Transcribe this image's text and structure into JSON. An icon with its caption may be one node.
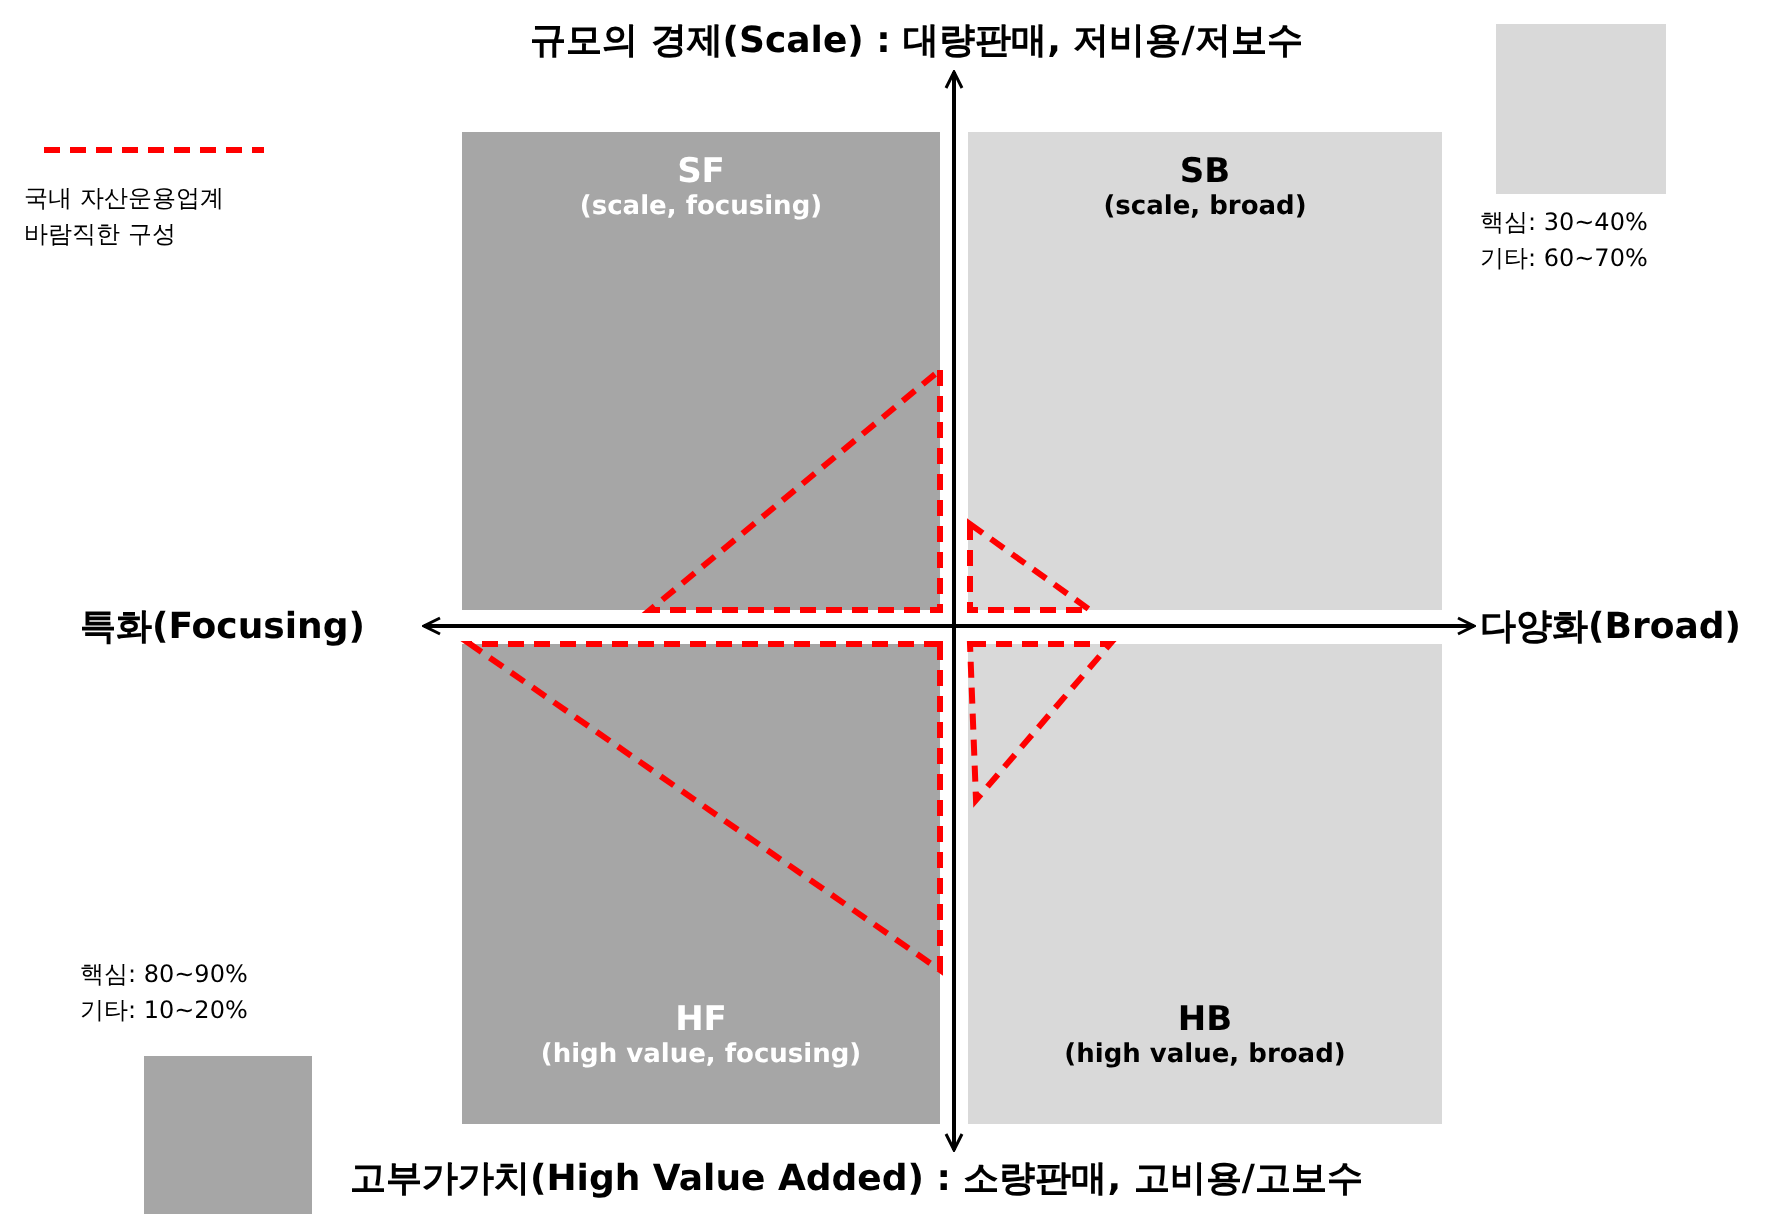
{
  "diagram": {
    "nodes": [
      {
        "text": [
          "SF",
          "(scale, focusing)"
        ]
      },
      {
        "text": [
          "SB",
          "(scale, broad)"
        ]
      },
      {
        "text": [
          "HF",
          "(high value, focusing)"
        ]
      },
      {
        "text": [
          "HB",
          "(high value, broad)"
        ]
      },
      {
        "text": [
          "규모의 경제(Scale) : 대량판매, 저비용/저보수"
        ]
      },
      {
        "text": [
          "특화(Focusing)"
        ]
      },
      {
        "text": [
          "다양화(Broad)"
        ]
      },
      {
        "text": [
          "고부가가치(High Value Added) : 소량판매, 고비용/고보수"
        ]
      }
    ],
    "edges": [
      {
        "from": 5,
        "to": 6,
        "arrow": "both"
      },
      {
        "from": 4,
        "to": 7,
        "arrow": "both"
      }
    ],
    "legend": [
      {
        "text": "국내 자산운용업계 바람직한 구성"
      },
      {
        "text": "핵심: 30~40% 기타: 60~70%",
        "color": "#d9d9d9"
      },
      {
        "text": "핵심: 80~90% 기타: 10~20%",
        "color": "#a6a6a6"
      }
    ]
  }
}
